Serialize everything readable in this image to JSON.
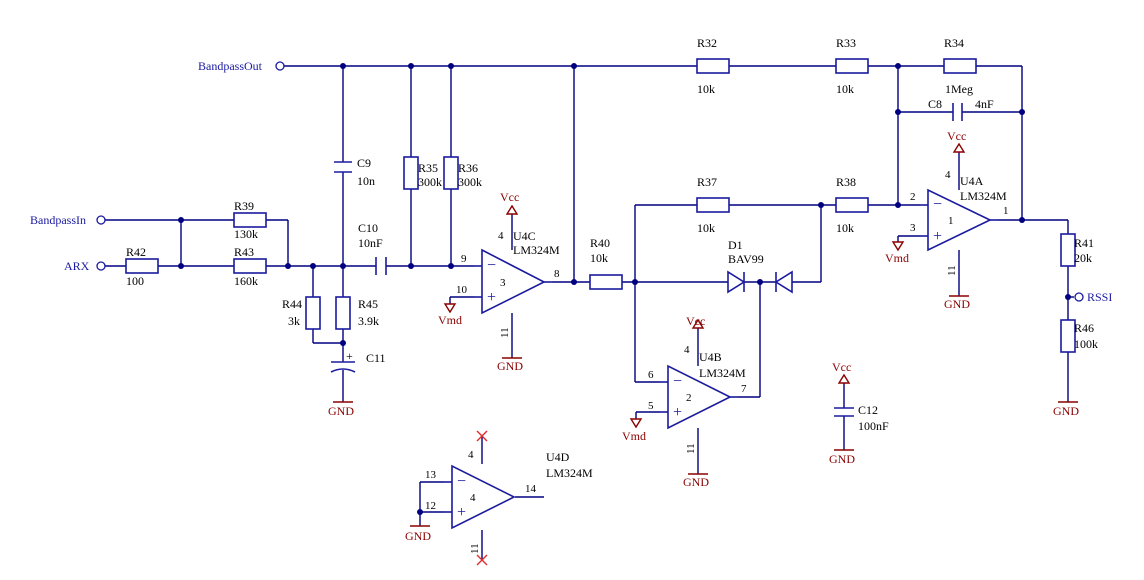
{
  "nets": {
    "bandpass_out": "BandpassOut",
    "bandpass_in": "BandpassIn",
    "arx": "ARX",
    "rssi": "RSSI"
  },
  "power": {
    "vcc": "Vcc",
    "gnd": "GND",
    "vmd": "Vmd"
  },
  "resistors": {
    "r32": {
      "ref": "R32",
      "value": "10k"
    },
    "r33": {
      "ref": "R33",
      "value": "10k"
    },
    "r34": {
      "ref": "R34",
      "value": "1Meg"
    },
    "r35": {
      "ref": "R35",
      "value": "300k"
    },
    "r36": {
      "ref": "R36",
      "value": "300k"
    },
    "r37": {
      "ref": "R37",
      "value": "10k"
    },
    "r38": {
      "ref": "R38",
      "value": "10k"
    },
    "r39": {
      "ref": "R39",
      "value": "130k"
    },
    "r40": {
      "ref": "R40",
      "value": "10k"
    },
    "r41": {
      "ref": "R41",
      "value": "20k"
    },
    "r42": {
      "ref": "R42",
      "value": "100"
    },
    "r43": {
      "ref": "R43",
      "value": "160k"
    },
    "r44": {
      "ref": "R44",
      "value": "3k"
    },
    "r45": {
      "ref": "R45",
      "value": "3.9k"
    },
    "r46": {
      "ref": "R46",
      "value": "100k"
    }
  },
  "capacitors": {
    "c8": {
      "ref": "C8",
      "value": "4nF"
    },
    "c9": {
      "ref": "C9",
      "value": "10n"
    },
    "c10": {
      "ref": "C10",
      "value": "10nF"
    },
    "c11": {
      "ref": "C11"
    },
    "c12": {
      "ref": "C12",
      "value": "100nF"
    }
  },
  "diode": {
    "ref": "D1",
    "value": "BAV99"
  },
  "opamps": {
    "u4a": {
      "ref": "U4A",
      "value": "LM324M",
      "unit": "1",
      "pin_inv": "2",
      "pin_noninv": "3",
      "pin_out": "1",
      "pin_pwr": "4",
      "pin_gnd": "11"
    },
    "u4b": {
      "ref": "U4B",
      "value": "LM324M",
      "unit": "2",
      "pin_inv": "6",
      "pin_noninv": "5",
      "pin_out": "7",
      "pin_pwr": "4",
      "pin_gnd": "11"
    },
    "u4c": {
      "ref": "U4C",
      "value": "LM324M",
      "unit": "3",
      "pin_inv": "9",
      "pin_noninv": "10",
      "pin_out": "8",
      "pin_pwr": "4",
      "pin_gnd": "11"
    },
    "u4d": {
      "ref": "U4D",
      "value": "LM324M",
      "unit": "4",
      "pin_inv": "13",
      "pin_noninv": "12",
      "pin_out": "14",
      "pin_pwr": "4",
      "pin_gnd": "11"
    }
  }
}
